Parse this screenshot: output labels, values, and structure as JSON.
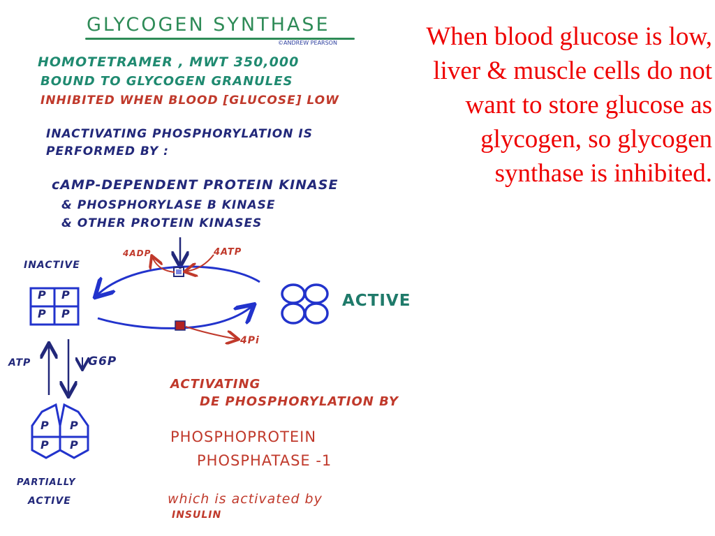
{
  "title": "GLYCOGEN SYNTHASE",
  "credit": "©ANDREW PEARSON",
  "facts": {
    "line1": "HOMOTETRAMER , MWT 350,000",
    "line2": "BOUND TO GLYCOGEN GRANULES",
    "line3": "INHIBITED WHEN BLOOD [GLUCOSE] LOW"
  },
  "inactivation": {
    "heading1": "INACTIVATING PHOSPHORYLATION IS",
    "heading2": "PERFORMED BY :",
    "kinase1": "cAMP-DEPENDENT PROTEIN KINASE",
    "kinase2": "& PHOSPHORYLASE B KINASE",
    "kinase3": "& OTHER PROTEIN KINASES"
  },
  "cycle": {
    "adp": "4ADP",
    "atp": "4ATP",
    "pi": "4Pi",
    "inactive": "INACTIVE",
    "active": "ACTIVE",
    "atp_side": "ATP",
    "g6p_side": "G6P",
    "partially1": "PARTIALLY",
    "partially2": "ACTIVE",
    "p_mark": "P"
  },
  "activation": {
    "line1": "ACTIVATING",
    "line2": "DE PHOSPHORYLATION BY",
    "enzyme1": "PHOSPHOPROTEIN",
    "enzyme2": "PHOSPHATASE -1",
    "note1": "which is activated by",
    "note2": "INSULIN"
  },
  "info": "When blood glucose is low, liver & muscle cells do not want to store glucose as glycogen, so glycogen synthase is inhibited.",
  "colors": {
    "title": "#2e8b57",
    "facts": "#1f8a70",
    "warning": "#c0392b",
    "ink": "#22287a",
    "arrows": "#2233cc",
    "info_text": "#ee0000"
  }
}
